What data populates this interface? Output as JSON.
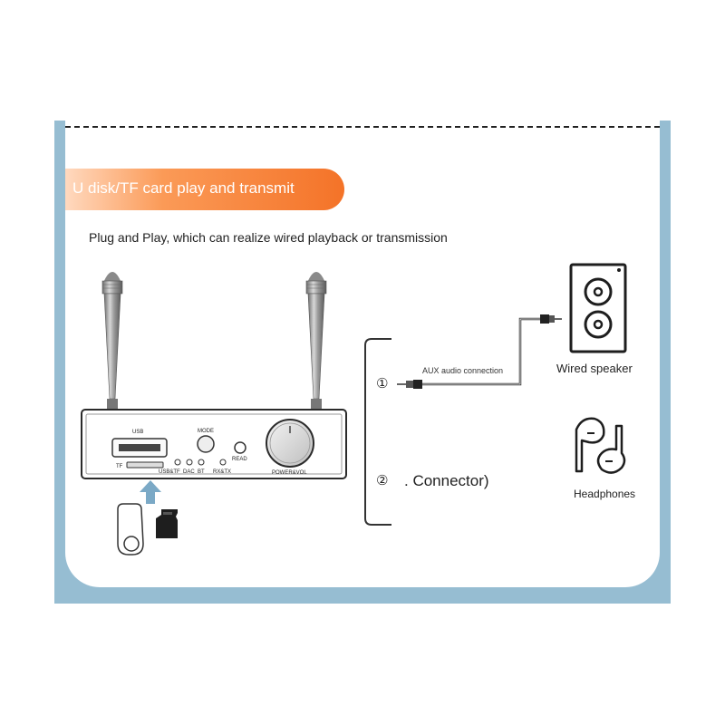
{
  "banner": {
    "title": "U disk/TF card play and transmit"
  },
  "subtitle": "Plug and Play, which can realize wired playback or transmission",
  "device": {
    "usb_label": "USB",
    "mode_label": "MODE",
    "tf_label": "TF",
    "read_label": "READ",
    "led_labels": [
      "USB&TF",
      "DAC",
      "BT",
      "RX&TX"
    ],
    "knob_label": "POWER&VOL"
  },
  "connections": {
    "marker_1": "①",
    "marker_2": "②",
    "aux_label": "AUX audio connection",
    "connector_text": ". Connector)"
  },
  "outputs": {
    "speaker_label": "Wired speaker",
    "headphones_label": "Headphones"
  },
  "colors": {
    "frame": "#96bdd2",
    "banner": "#f47328",
    "arrow": "#7ba9c6"
  },
  "icons": [
    "antenna-icon",
    "usb-drive-icon",
    "sd-card-icon",
    "speaker-icon",
    "headphones-icon",
    "up-arrow-icon",
    "audio-jack-icon"
  ]
}
